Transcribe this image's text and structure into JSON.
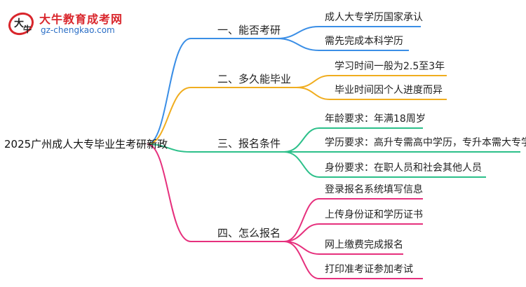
{
  "logo": {
    "title": "大牛教育成考网",
    "url": "gz-chengkao.com"
  },
  "mindmap": {
    "root": "2025广州成人大专毕业生考研新政",
    "branches": [
      {
        "label": "一、能否考研",
        "color": "#3a8ee6",
        "children": [
          "成人大专学历国家承认",
          "需先完成本科学历"
        ]
      },
      {
        "label": "二、多久能毕业",
        "color": "#f0ad1f",
        "children": [
          "学习时间一般为2.5至3年",
          "毕业时间因个人进度而异"
        ]
      },
      {
        "label": "三、报名条件",
        "color": "#2cc08a",
        "children": [
          "年龄要求：年满18周岁",
          "学历要求：高升专需高中学历，专升本需大专学历",
          "身份要求：在职人员和社会其他人员"
        ]
      },
      {
        "label": "四、怎么报名",
        "color": "#e6307d",
        "children": [
          "登录报名系统填写信息",
          "上传身份证和学历证书",
          "网上缴费完成报名",
          "打印准考证参加考试"
        ]
      }
    ]
  }
}
